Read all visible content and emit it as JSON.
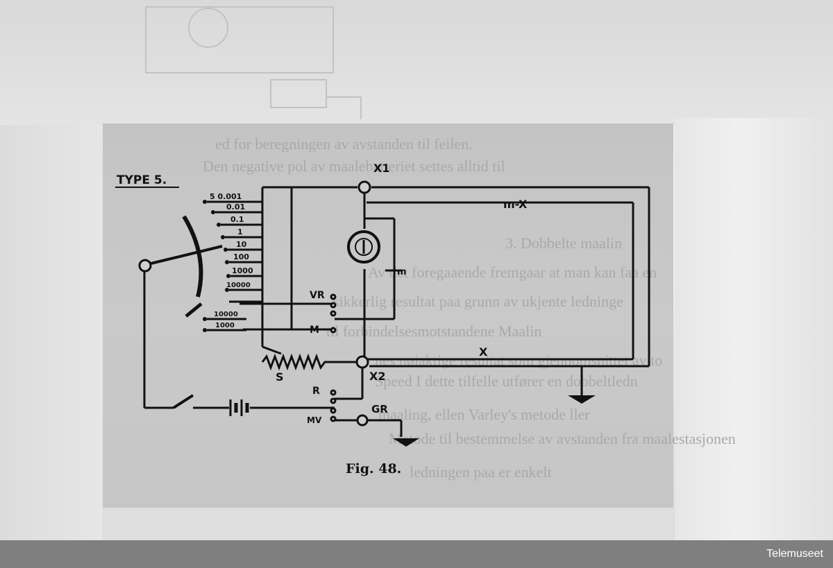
{
  "figure": {
    "type_label": "TYPE 5.",
    "caption": "Fig. 48.",
    "resistance_taps": [
      "5 0.001",
      "0.01",
      "0.1",
      "1",
      "10",
      "100",
      "1000",
      "10000"
    ],
    "lower_taps": [
      "10000",
      "1000"
    ],
    "terminals": {
      "x1": "X1",
      "x2": "X2",
      "vr": "VR",
      "m": "M",
      "r": "R",
      "gr": "GR",
      "mv": "MV",
      "s": "S"
    },
    "branch_labels": {
      "m_minus_x": "m-X",
      "x": "X",
      "galvanometer_m": "m"
    }
  },
  "background_text": [
    "ed for beregningen av avstanden til feilen.",
    "Den negative pol av maalebatteriet settes alltid til",
    "3.  Dobbelte                     maalin",
    "Av det foregaaende fremgaar at man kan faa en",
    "sikkerlig resultat paa grunn av ukjente                   ledninge",
    "til forbindelsesmotstandene                     Maalin",
    "nes  nøiaktige  resultat  som  gjennomsnittet  av  to",
    "Speed       I dette tilfelle utfører en dobbeltledn",
    "maaling, ellen Varley's metode                    ller",
    "Metode til bestemmelse av avstanden fra maalestasjonen",
    "ledningen paa er enkelt"
  ],
  "credit": "Telemuseet"
}
